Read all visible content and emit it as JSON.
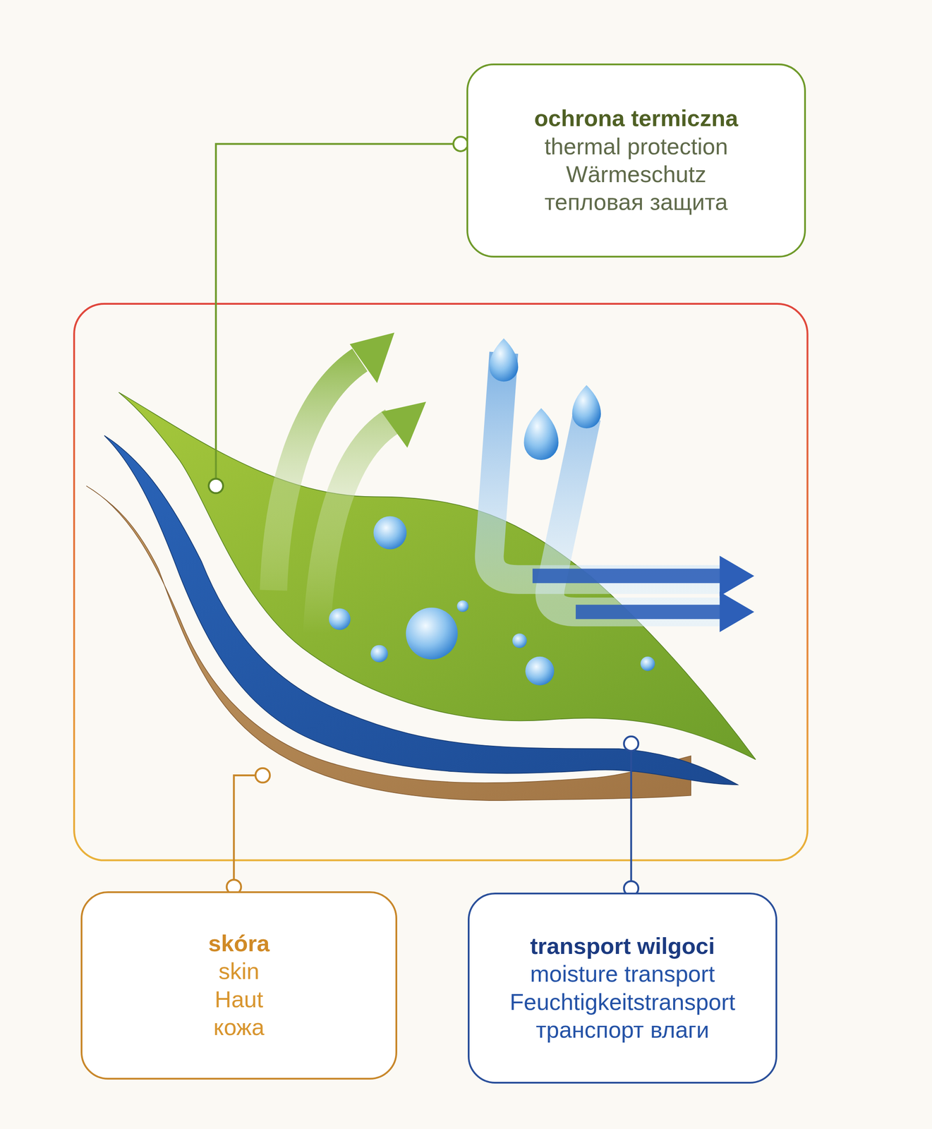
{
  "diagram": {
    "nodes": [
      {
        "text": [
          "ochrona termiczna",
          "thermal protection",
          "Wärmeschutz",
          "тепловая защита"
        ]
      },
      {
        "text": [
          "skóra",
          "skin",
          "Haut",
          "кожа"
        ]
      },
      {
        "text": [
          "transport wilgoci",
          "moisture transport",
          "Feuchtigkeitstransport",
          "транспорт влаги"
        ]
      }
    ]
  }
}
